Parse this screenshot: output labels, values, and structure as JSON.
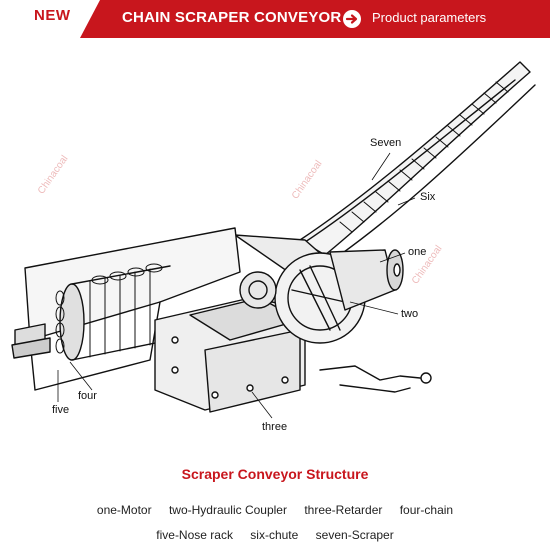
{
  "header": {
    "badge": "NEW",
    "title": "CHAIN SCRAPER CONVEYOR",
    "subtitle": "Product parameters",
    "accent_color": "#c8161d",
    "icon": "arrow-right-circle-icon"
  },
  "watermarks": [
    "Chinacoal",
    "Chinacoal",
    "Chinacoal"
  ],
  "diagram_labels": {
    "seven": "Seven",
    "six": "Six",
    "one": "one",
    "two": "two",
    "three": "three",
    "four": "four",
    "five": "five"
  },
  "caption": "Scraper Conveyor Structure",
  "legend": {
    "row1": [
      "one-Motor",
      "two-Hydraulic Coupler",
      "three-Retarder",
      "four-chain"
    ],
    "row2": [
      "five-Nose rack",
      "six-chute",
      "seven-Scraper"
    ]
  }
}
